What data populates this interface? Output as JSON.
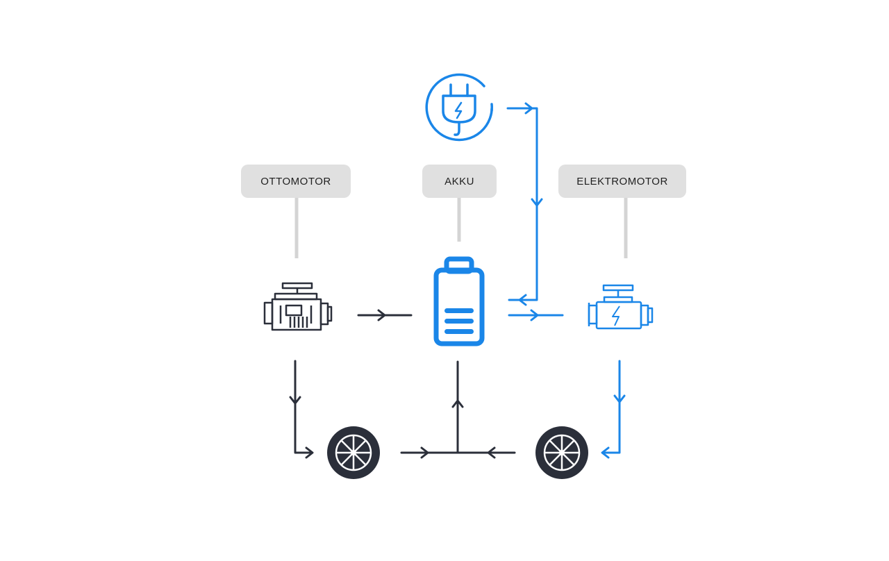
{
  "labels": {
    "otto": "OTTOMOTOR",
    "akku": "AKKU",
    "elektro": "ELEKTROMOTOR"
  },
  "colors": {
    "label_bg": "#e0e0e0",
    "connector": "#d4d4d4",
    "dark": "#2b2f3a",
    "blue": "#1a86e8"
  },
  "icons": [
    "plug-icon",
    "combustion-engine-icon",
    "battery-icon",
    "electric-engine-icon",
    "wheel-icon"
  ]
}
